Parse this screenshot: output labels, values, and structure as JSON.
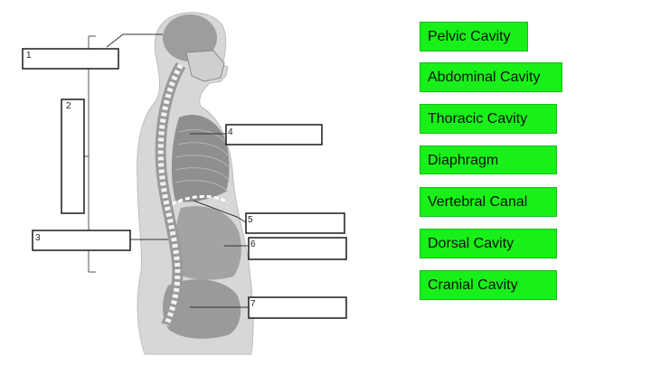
{
  "label_boxes": [
    {
      "number": "1"
    },
    {
      "number": "2"
    },
    {
      "number": "3"
    },
    {
      "number": "4"
    },
    {
      "number": "5"
    },
    {
      "number": "6"
    },
    {
      "number": "7"
    }
  ],
  "terms": [
    "Pelvic Cavity",
    "Abdominal Cavity",
    "Thoracic Cavity",
    "Diaphragm",
    "Vertebral Canal",
    "Dorsal Cavity",
    "Cranial Cavity"
  ],
  "colors": {
    "term_background": "#19f019",
    "box_border": "#1a1a1a",
    "body_fill": "#d7d7d7",
    "cavity_fill": "#9d9d9d"
  }
}
